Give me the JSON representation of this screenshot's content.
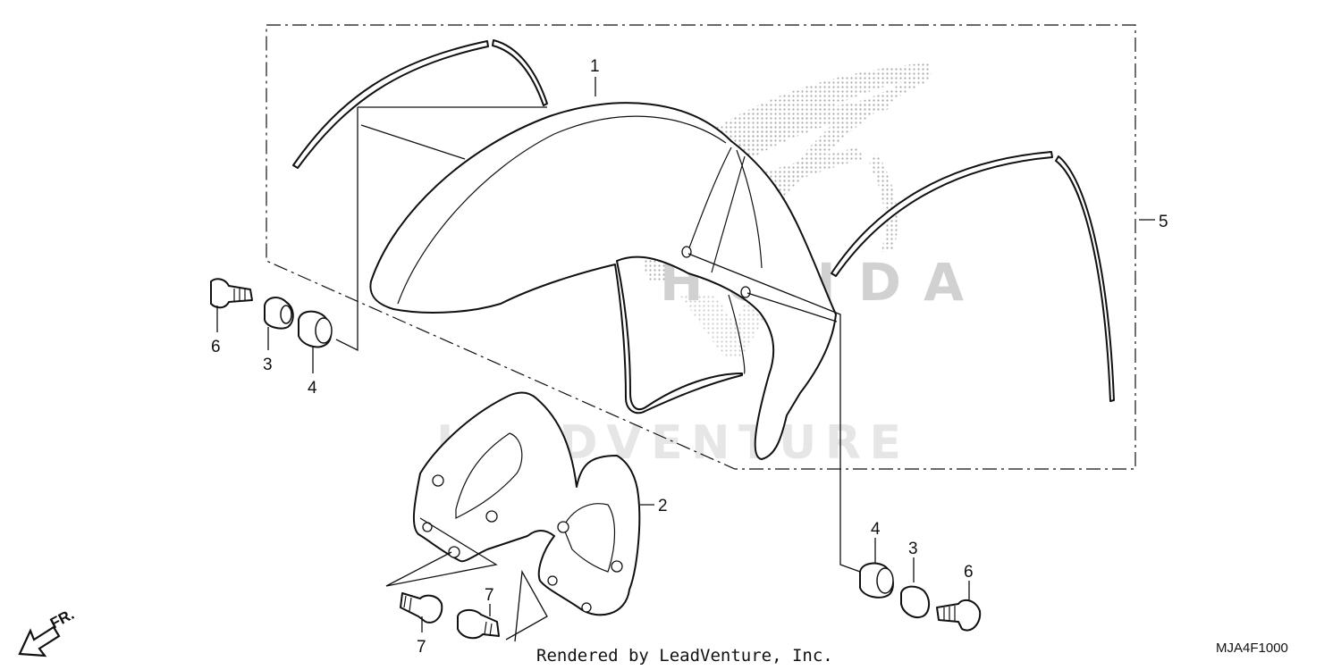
{
  "diagram": {
    "callouts": {
      "c1": "1",
      "c2": "2",
      "c3_left": "3",
      "c3_right": "3",
      "c4_left": "4",
      "c4_right": "4",
      "c5": "5",
      "c6_left": "6",
      "c6_right": "6",
      "c7_left": "7",
      "c7_right": "7"
    },
    "watermark": {
      "logo_word": "HONDA",
      "brand": "LEADVENTURE"
    },
    "direction_label": "FR.",
    "credit": "Rendered by LeadVenture, Inc.",
    "diagram_code": "MJA4F1000"
  }
}
